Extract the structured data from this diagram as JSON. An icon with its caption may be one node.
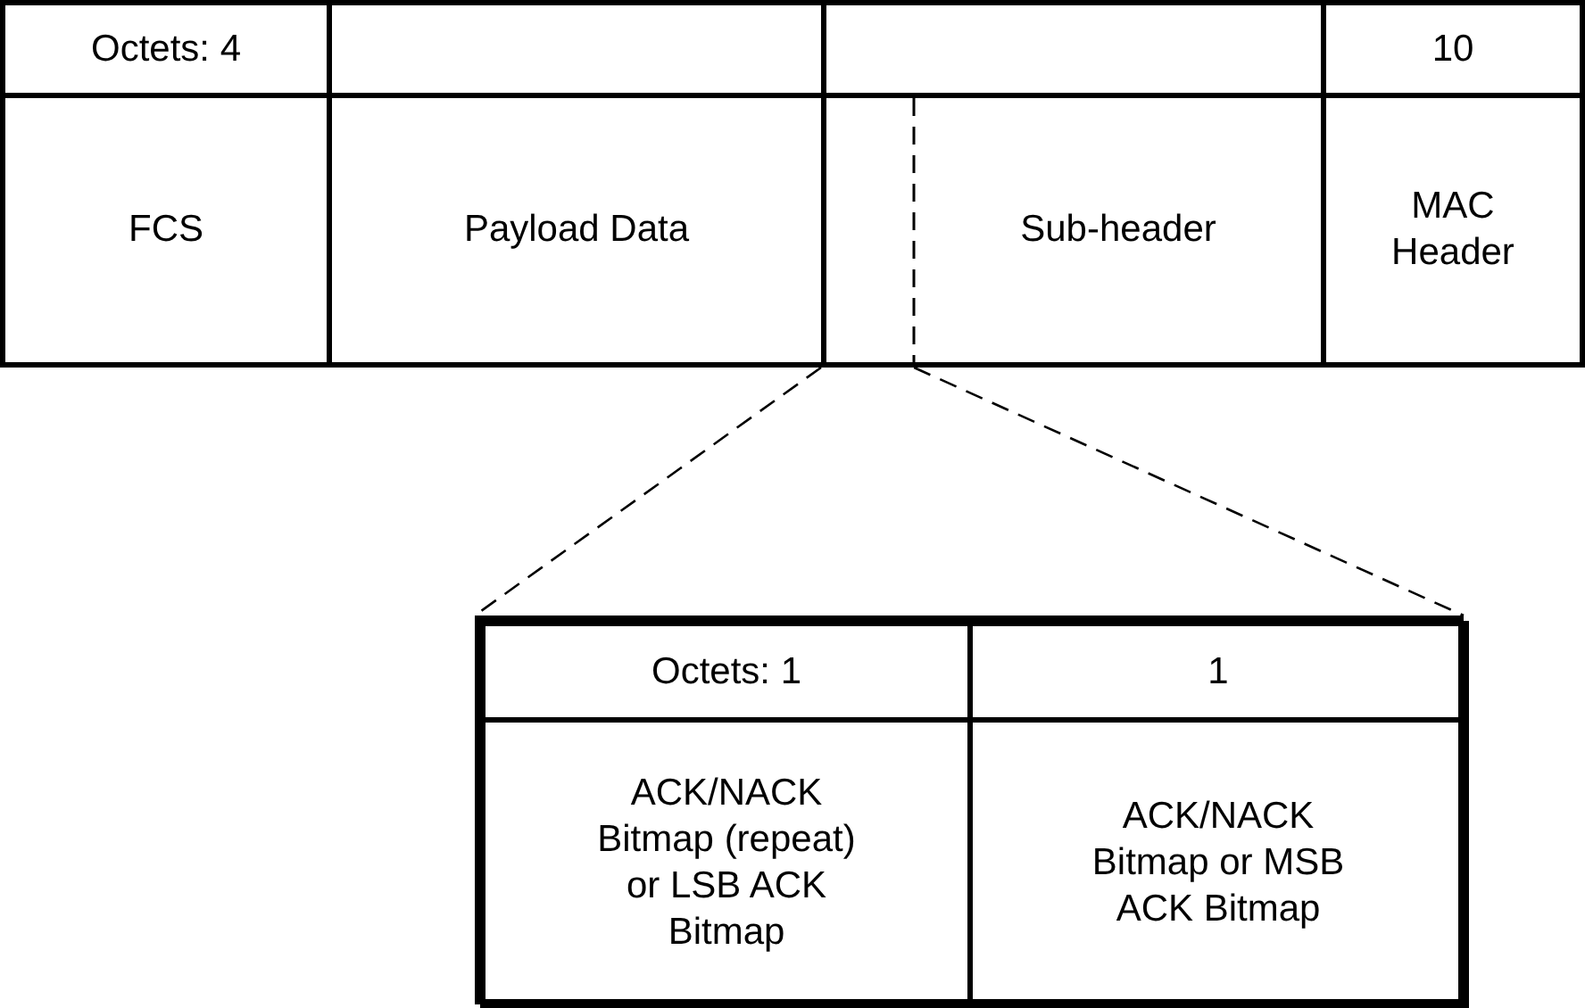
{
  "diagram": {
    "nodes": [
      {
        "text": [
          "Octets: 4"
        ]
      },
      {
        "text": [],
        "shape": "box"
      },
      {
        "text": [],
        "shape": "box"
      },
      {
        "text": [
          "10"
        ]
      },
      {
        "text": [
          "FCS"
        ]
      },
      {
        "text": [
          "Payload Data"
        ]
      },
      {
        "text": [
          "Sub-header"
        ]
      },
      {
        "text": [
          "MAC Header"
        ]
      },
      {
        "text": [],
        "shape": "box"
      },
      {
        "text": [
          "Octets: 1"
        ],
        "in": 8
      },
      {
        "text": [
          "1"
        ],
        "in": 8
      },
      {
        "text": [
          "ACK/NACK Bitmap (repeat) or LSB ACK Bitmap"
        ],
        "in": 8
      },
      {
        "text": [
          "ACK/NACK Bitmap or MSB ACK Bitmap"
        ],
        "in": 8
      }
    ],
    "edges": [
      {
        "from": 6,
        "to": 8,
        "arrow": "none",
        "style": "dashed"
      },
      {
        "from": 6,
        "to": 8,
        "arrow": "none",
        "style": "dashed"
      }
    ]
  }
}
